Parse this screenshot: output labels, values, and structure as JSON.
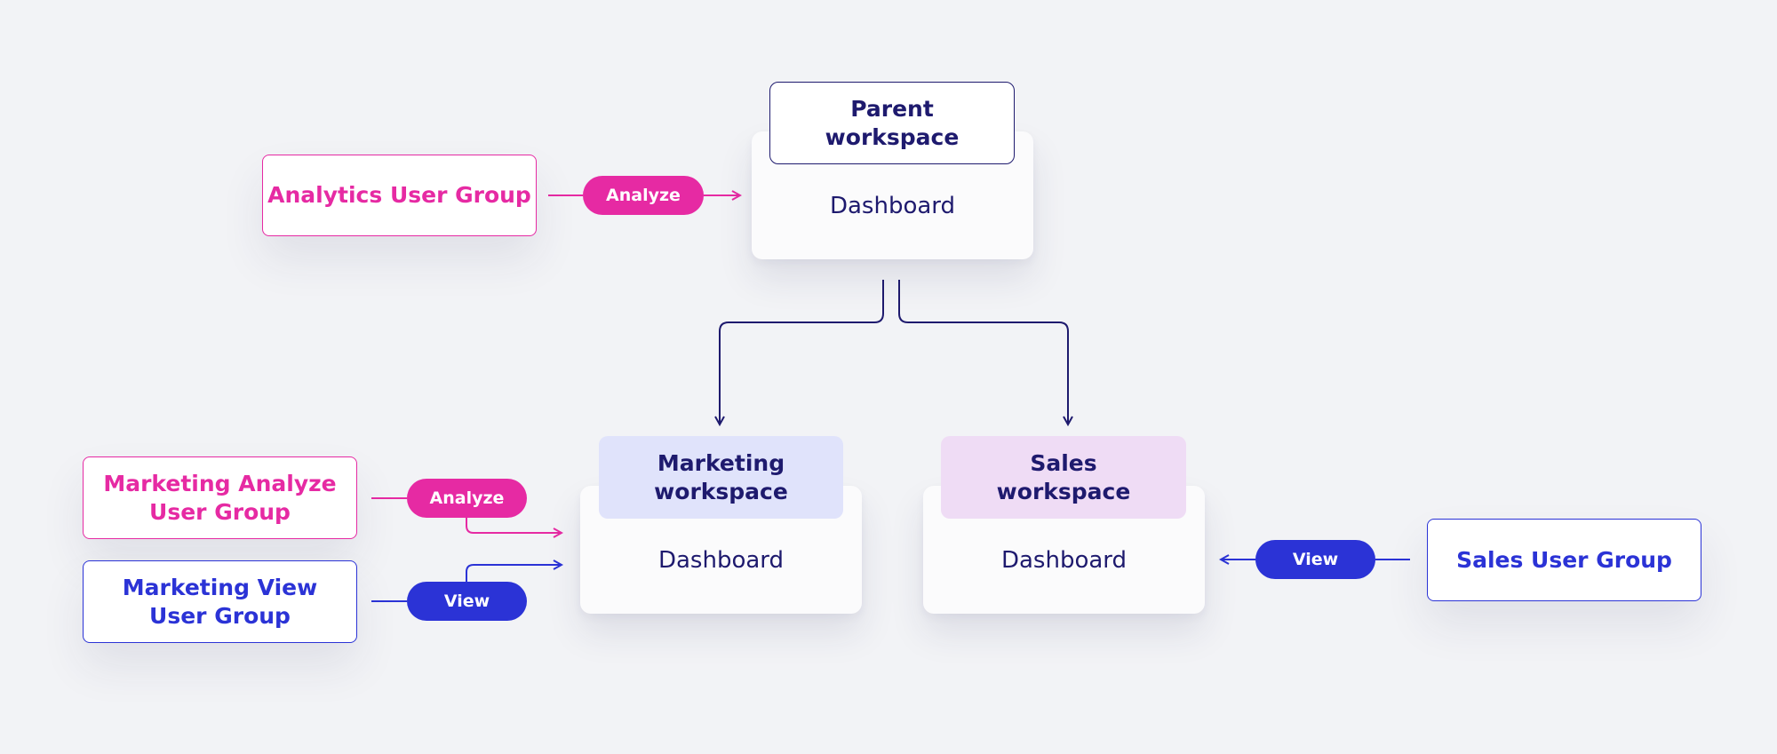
{
  "parent_workspace": {
    "title": "Parent\nworkspace",
    "content": "Dashboard"
  },
  "marketing_workspace": {
    "title": "Marketing\nworkspace",
    "content": "Dashboard"
  },
  "sales_workspace": {
    "title": "Sales\nworkspace",
    "content": "Dashboard"
  },
  "groups": {
    "analytics": "Analytics User Group",
    "marketing_analyze": "Marketing Analyze\nUser Group",
    "marketing_view": "Marketing View\nUser Group",
    "sales": "Sales User Group"
  },
  "permissions": {
    "analytics": "Analyze",
    "marketing_analyze": "Analyze",
    "marketing_view": "View",
    "sales": "View"
  },
  "colors": {
    "navy": "#1e1a6e",
    "pink": "#e62aa3",
    "blue": "#2b33d6",
    "marketing_header_bg": "#e0e3fb",
    "sales_header_bg": "#efdcf5",
    "background": "#f2f3f6"
  }
}
